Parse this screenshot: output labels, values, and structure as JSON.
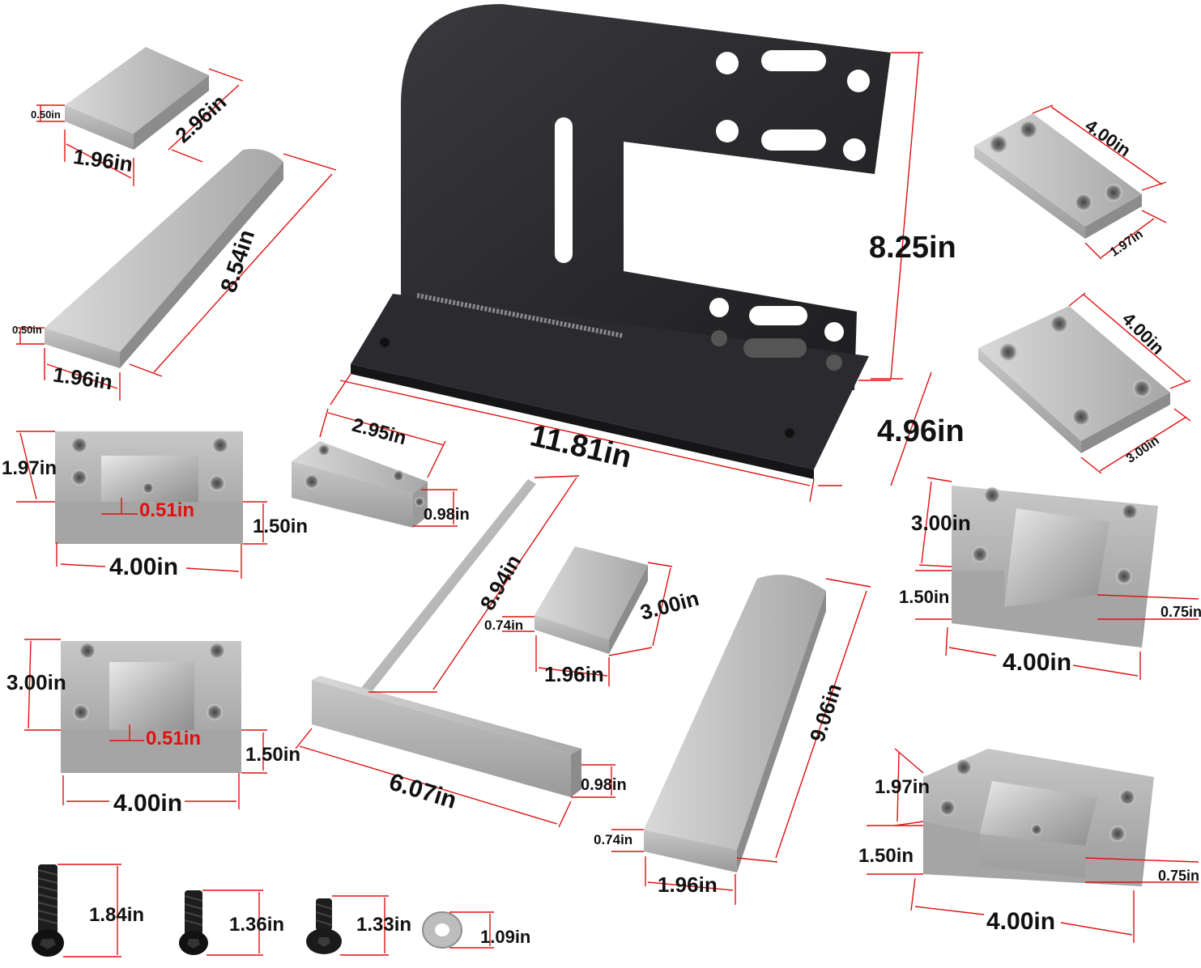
{
  "parts": {
    "frame": {
      "height_label": "8.25in",
      "width_label": "11.81in",
      "depth_label": "4.96in"
    },
    "small_block": {
      "thickness_label": "0.50in",
      "width_label": "1.96in",
      "length_label": "2.96in"
    },
    "long_rounded_plate": {
      "thickness_label": "0.50in",
      "width_label": "1.96in",
      "length_label": "8.54in"
    },
    "holed_plate_a": {
      "length_label": "4.00in",
      "width_label": "1.97in"
    },
    "holed_plate_b": {
      "length_label": "4.00in",
      "width_label": "3.00in"
    },
    "channel_left_a": {
      "depth_label": "1.97in",
      "notch_label": "0.51in",
      "height_label": "1.50in",
      "width_label": "4.00in"
    },
    "channel_left_b": {
      "depth_label": "3.00in",
      "notch_label": "0.51in",
      "height_label": "1.50in",
      "width_label": "4.00in"
    },
    "bar_block": {
      "length_label": "2.95in",
      "height_label": "0.98in"
    },
    "t_rod": {
      "rod_label": "8.94in",
      "bar_label": "6.07in",
      "height_label": "0.98in"
    },
    "mid_block": {
      "depth_label": "3.00in",
      "thickness_label": "0.74in",
      "width_label": "1.96in"
    },
    "long_bar": {
      "length_label": "9.06in",
      "thickness_label": "0.74in",
      "width_label": "1.96in"
    },
    "channel_right_a": {
      "depth_label": "3.00in",
      "height_label": "1.50in",
      "notch_label": "0.75in",
      "width_label": "4.00in"
    },
    "channel_right_b": {
      "depth_label": "1.97in",
      "height_label": "1.50in",
      "notch_label": "0.75in",
      "width_label": "4.00in"
    },
    "hardware": {
      "screw_long_label": "1.84in",
      "screw_mid_label": "1.36in",
      "screw_button_label": "1.33in",
      "washer_label": "1.09in"
    }
  },
  "colors": {
    "dimension_line": "#e01010",
    "frame_steel": "#2a2a2e",
    "machined_steel": "#b9b9b9"
  }
}
